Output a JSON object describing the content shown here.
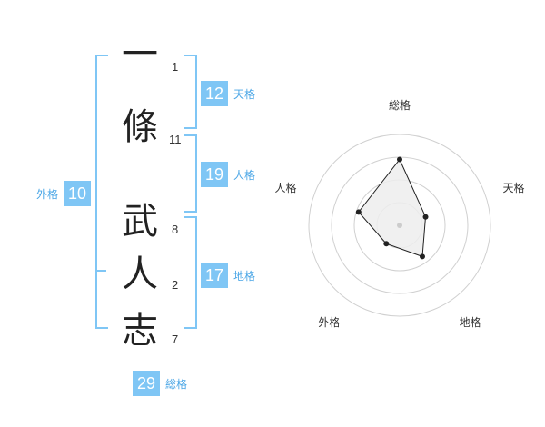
{
  "name": {
    "characters": [
      {
        "char": "一",
        "strokes": "1"
      },
      {
        "char": "條",
        "strokes": "11"
      },
      {
        "char": "武",
        "strokes": "8"
      },
      {
        "char": "人",
        "strokes": "2"
      },
      {
        "char": "志",
        "strokes": "7"
      }
    ]
  },
  "fortune": {
    "tenkaku": {
      "value": "12",
      "label": "天格"
    },
    "jinkaku": {
      "value": "19",
      "label": "人格"
    },
    "chikaku": {
      "value": "17",
      "label": "地格"
    },
    "gaikaku": {
      "value": "10",
      "label": "外格"
    },
    "soukaku": {
      "value": "29",
      "label": "総格"
    }
  },
  "chart_data": {
    "type": "radar",
    "axes": [
      "総格",
      "天格",
      "地格",
      "外格",
      "人格"
    ],
    "values": [
      29,
      12,
      17,
      10,
      19
    ],
    "rmax": 40,
    "rings": 4,
    "colors": {
      "fill": "#ededed",
      "line": "#222222",
      "grid": "#d0d0d0",
      "center": "#cccccc"
    }
  },
  "colors": {
    "accent": "#7fc6f5",
    "label": "#4aa6e6"
  }
}
